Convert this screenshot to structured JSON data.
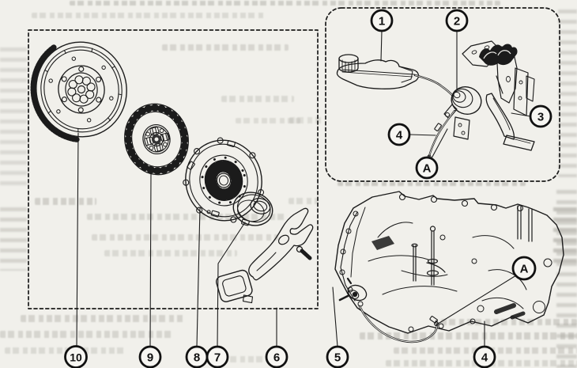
{
  "figure": {
    "kind": "clutch-and-gearbox-service-diagram",
    "colors": {
      "line": "#1b1b1b",
      "paper": "#f1f0eb",
      "bleed_text": "#a8a69f"
    }
  },
  "callouts": {
    "hydraulics": {
      "c1": "1",
      "c2": "2",
      "c3": "3",
      "c4": "4",
      "cA": "A"
    },
    "kit": {
      "c10": "10",
      "c9": "9",
      "c8": "8",
      "c7": "7",
      "c6": "6"
    },
    "gearbox": {
      "c5": "5",
      "c4": "4",
      "cA": "A"
    }
  }
}
